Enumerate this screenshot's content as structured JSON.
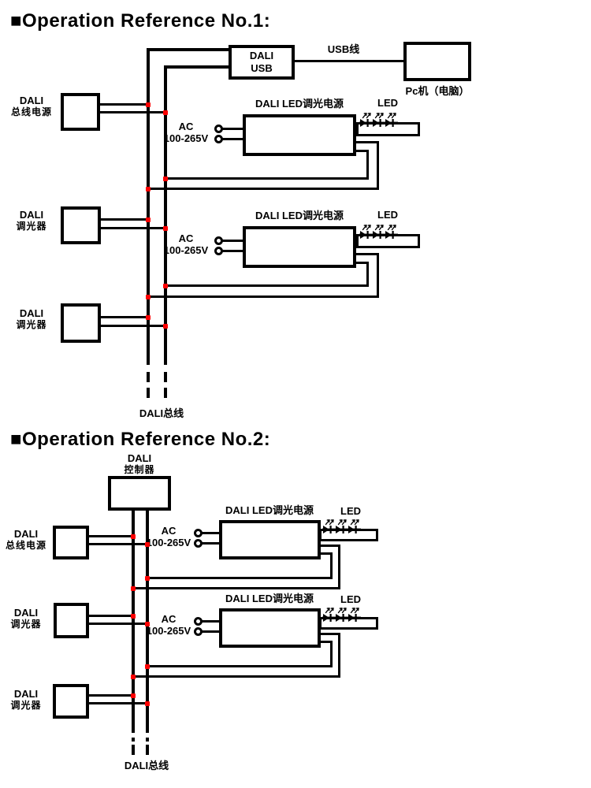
{
  "colors": {
    "background": "#ffffff",
    "line": "#000000",
    "junction_dot": "#ff0000"
  },
  "diagram1": {
    "title": "■Operation Reference No.1:",
    "dali_usb_box": {
      "line1": "DALI",
      "line2": "USB"
    },
    "usb_cable_label": "USB线",
    "pc_label": "Pc机（电脑）",
    "bus_power_label": {
      "line1": "DALI",
      "line2": "总线电源"
    },
    "dimmer1_label": {
      "line1": "DALI",
      "line2": "调光器"
    },
    "dimmer2_label": {
      "line1": "DALI",
      "line2": "调光器"
    },
    "driver1": {
      "label": "DALI LED调光电源",
      "ac_label": {
        "line1": "AC",
        "line2": "100-265V"
      },
      "led_label": "LED"
    },
    "driver2": {
      "label": "DALI LED调光电源",
      "ac_label": {
        "line1": "AC",
        "line2": "100-265V"
      },
      "led_label": "LED"
    },
    "bus_label": "DALI总线"
  },
  "diagram2": {
    "title": "■Operation Reference No.2:",
    "controller_label": {
      "line1": "DALI",
      "line2": "控制器"
    },
    "bus_power_label": {
      "line1": "DALI",
      "line2": "总线电源"
    },
    "dimmer1_label": {
      "line1": "DALI",
      "line2": "调光器"
    },
    "dimmer2_label": {
      "line1": "DALI",
      "line2": "调光器"
    },
    "driver1": {
      "label": "DALI LED调光电源",
      "ac_label": {
        "line1": "AC",
        "line2": "100-265V"
      },
      "led_label": "LED"
    },
    "driver2": {
      "label": "DALI LED调光电源",
      "ac_label": {
        "line1": "AC",
        "line2": "100-265V"
      },
      "led_label": "LED"
    },
    "bus_label": "DALI总线"
  }
}
